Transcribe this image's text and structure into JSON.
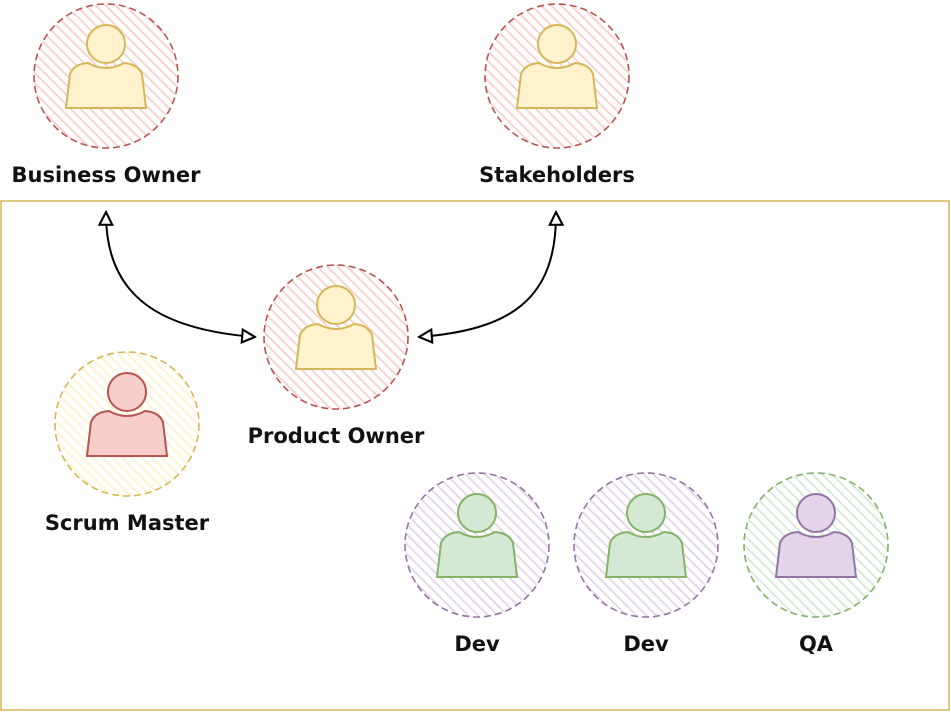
{
  "diagram": {
    "team_boundary": {
      "stroke": "#d6b656"
    },
    "nodes": [
      {
        "id": "business_owner",
        "label": "Business Owner",
        "ring_color": "#b85450",
        "fill_color": "#f8cecc",
        "person_fill": "#fff2cc",
        "person_stroke": "#d6b656"
      },
      {
        "id": "stakeholders",
        "label": "Stakeholders",
        "ring_color": "#b85450",
        "fill_color": "#f8cecc",
        "person_fill": "#fff2cc",
        "person_stroke": "#d6b656"
      },
      {
        "id": "product_owner",
        "label": "Product Owner",
        "ring_color": "#b85450",
        "fill_color": "#f8cecc",
        "person_fill": "#fff2cc",
        "person_stroke": "#d6b656"
      },
      {
        "id": "scrum_master",
        "label": "Scrum Master",
        "ring_color": "#d6b656",
        "fill_color": "#fff2cc",
        "person_fill": "#f8cecc",
        "person_stroke": "#b85450"
      },
      {
        "id": "dev_1",
        "label": "Dev",
        "ring_color": "#9673a6",
        "fill_color": "#e1d5e7",
        "person_fill": "#d5e8d4",
        "person_stroke": "#82b366"
      },
      {
        "id": "dev_2",
        "label": "Dev",
        "ring_color": "#9673a6",
        "fill_color": "#e1d5e7",
        "person_fill": "#d5e8d4",
        "person_stroke": "#82b366"
      },
      {
        "id": "qa",
        "label": "QA",
        "ring_color": "#82b366",
        "fill_color": "#d5e8d4",
        "person_fill": "#e1d5e7",
        "person_stroke": "#9673a6"
      }
    ],
    "connectors": [
      {
        "from": "product_owner",
        "to": "business_owner",
        "style": "bidirectional"
      },
      {
        "from": "product_owner",
        "to": "stakeholders",
        "style": "bidirectional"
      }
    ],
    "icons": {
      "person": "person-icon",
      "arrow": "open-arrowhead"
    }
  }
}
